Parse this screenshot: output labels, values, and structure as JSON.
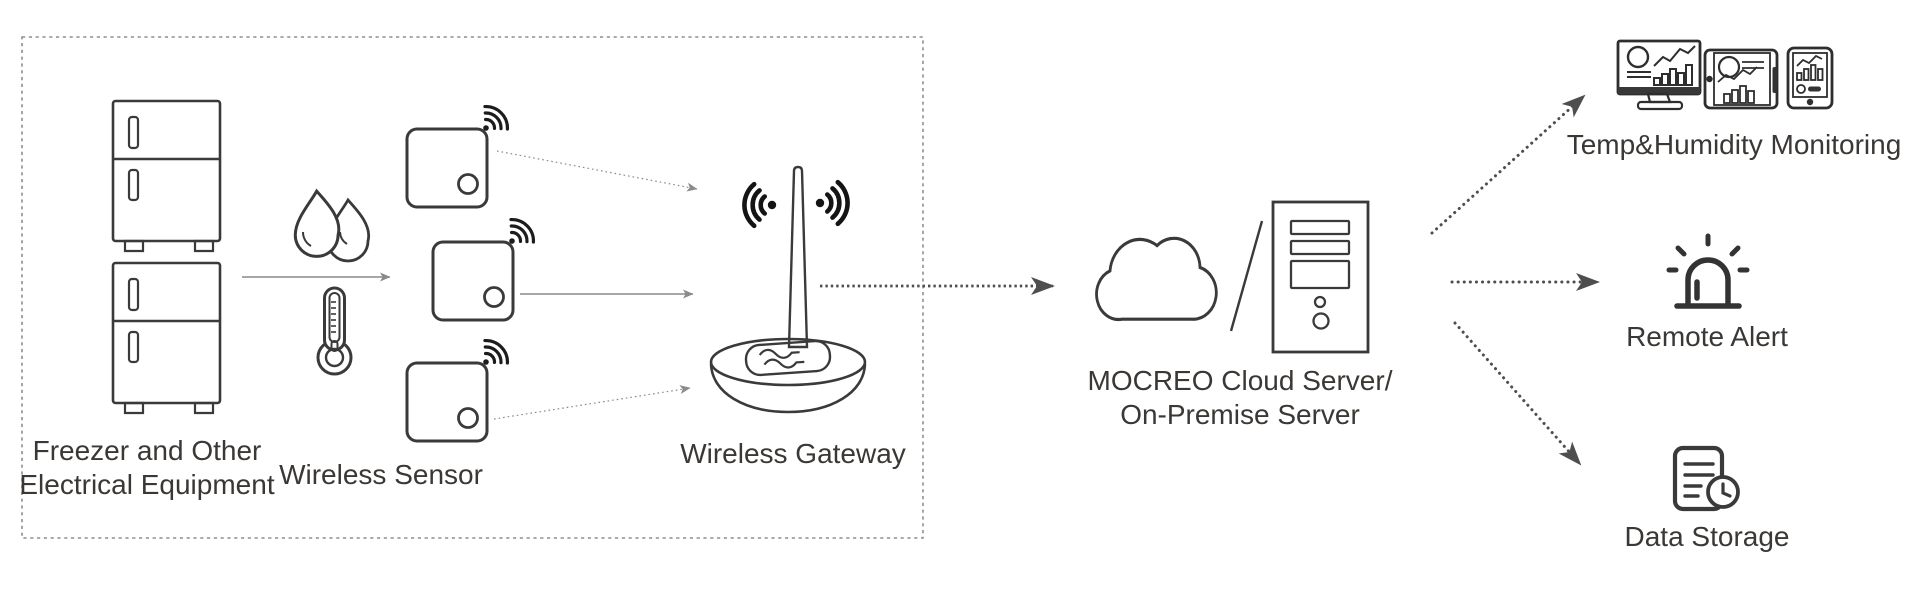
{
  "diagram": {
    "site_group": {
      "equipment_label_line1": "Freezer and Other",
      "equipment_label_line2": "Electrical Equipment",
      "sensor_label": "Wireless Sensor",
      "gateway_label": "Wireless Gateway"
    },
    "server": {
      "label_line1": "MOCREO Cloud Server/",
      "label_line2": "On-Premise Server"
    },
    "outputs": {
      "monitoring": {
        "label": "Temp&Humidity Monitoring"
      },
      "remote_alert": {
        "label": "Remote Alert"
      },
      "data_storage": {
        "label": "Data Storage"
      }
    },
    "icons": {
      "freezer": "freezer-icon",
      "humidity": "water-drops-icon",
      "temperature": "thermometer-icon",
      "sensor": "wireless-sensor-icon",
      "wifi": "wifi-signal-icon",
      "gateway": "wireless-gateway-icon",
      "cloud": "cloud-icon",
      "server_tower": "server-tower-icon",
      "monitoring_devices": "monitoring-devices-icon",
      "siren": "siren-alert-icon",
      "document_clock": "document-clock-icon"
    },
    "colors": {
      "background": "#ffffff",
      "line_art_ink": "#3a3a3a",
      "text_ink": "#3b3734",
      "thin_arrow_gray": "#8a8a8a",
      "dotted_arrow_dark": "#4e4e4e",
      "dashed_border_gray": "#8f8f8f"
    }
  }
}
